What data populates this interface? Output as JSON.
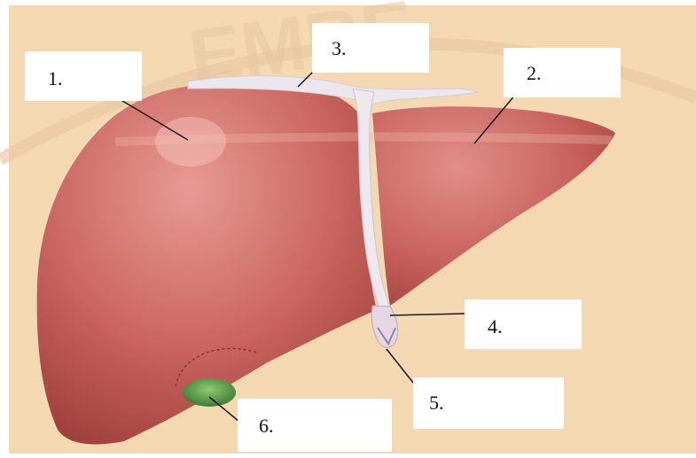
{
  "labels": {
    "l1": "1.",
    "l2": "2.",
    "l3": "3.",
    "l4": "4.",
    "l5": "5.",
    "l6": "6."
  },
  "watermark_text": "EMBE",
  "colors": {
    "background": "#f3d8b2",
    "liver": "#c9645f",
    "liver_dark": "#a4413f",
    "ligament": "#e9e3ea",
    "gallbladder": "#5e9a48",
    "leader_line": "#1a1a1a",
    "label_box": "#ffffff"
  }
}
